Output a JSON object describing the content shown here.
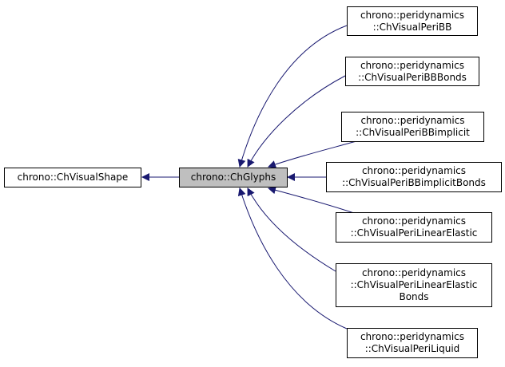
{
  "diagram": {
    "base": {
      "label": "chrono::ChVisualShape"
    },
    "current": {
      "label": "chrono::ChGlyphs"
    },
    "derived": [
      {
        "line1": "chrono::peridynamics",
        "line2": "::ChVisualPeriBB",
        "line3": ""
      },
      {
        "line1": "chrono::peridynamics",
        "line2": "::ChVisualPeriBBBonds",
        "line3": ""
      },
      {
        "line1": "chrono::peridynamics",
        "line2": "::ChVisualPeriBBimplicit",
        "line3": ""
      },
      {
        "line1": "chrono::peridynamics",
        "line2": "::ChVisualPeriBBimplicitBonds",
        "line3": ""
      },
      {
        "line1": "chrono::peridynamics",
        "line2": "::ChVisualPeriLinearElastic",
        "line3": ""
      },
      {
        "line1": "chrono::peridynamics",
        "line2": "::ChVisualPeriLinearElastic",
        "line3": "Bonds"
      },
      {
        "line1": "chrono::peridynamics",
        "line2": "::ChVisualPeriLiquid",
        "line3": ""
      }
    ],
    "colors": {
      "edge": "#191970",
      "current_fill": "#bfbfbf",
      "node_fill": "#ffffff",
      "border": "#000000"
    }
  }
}
